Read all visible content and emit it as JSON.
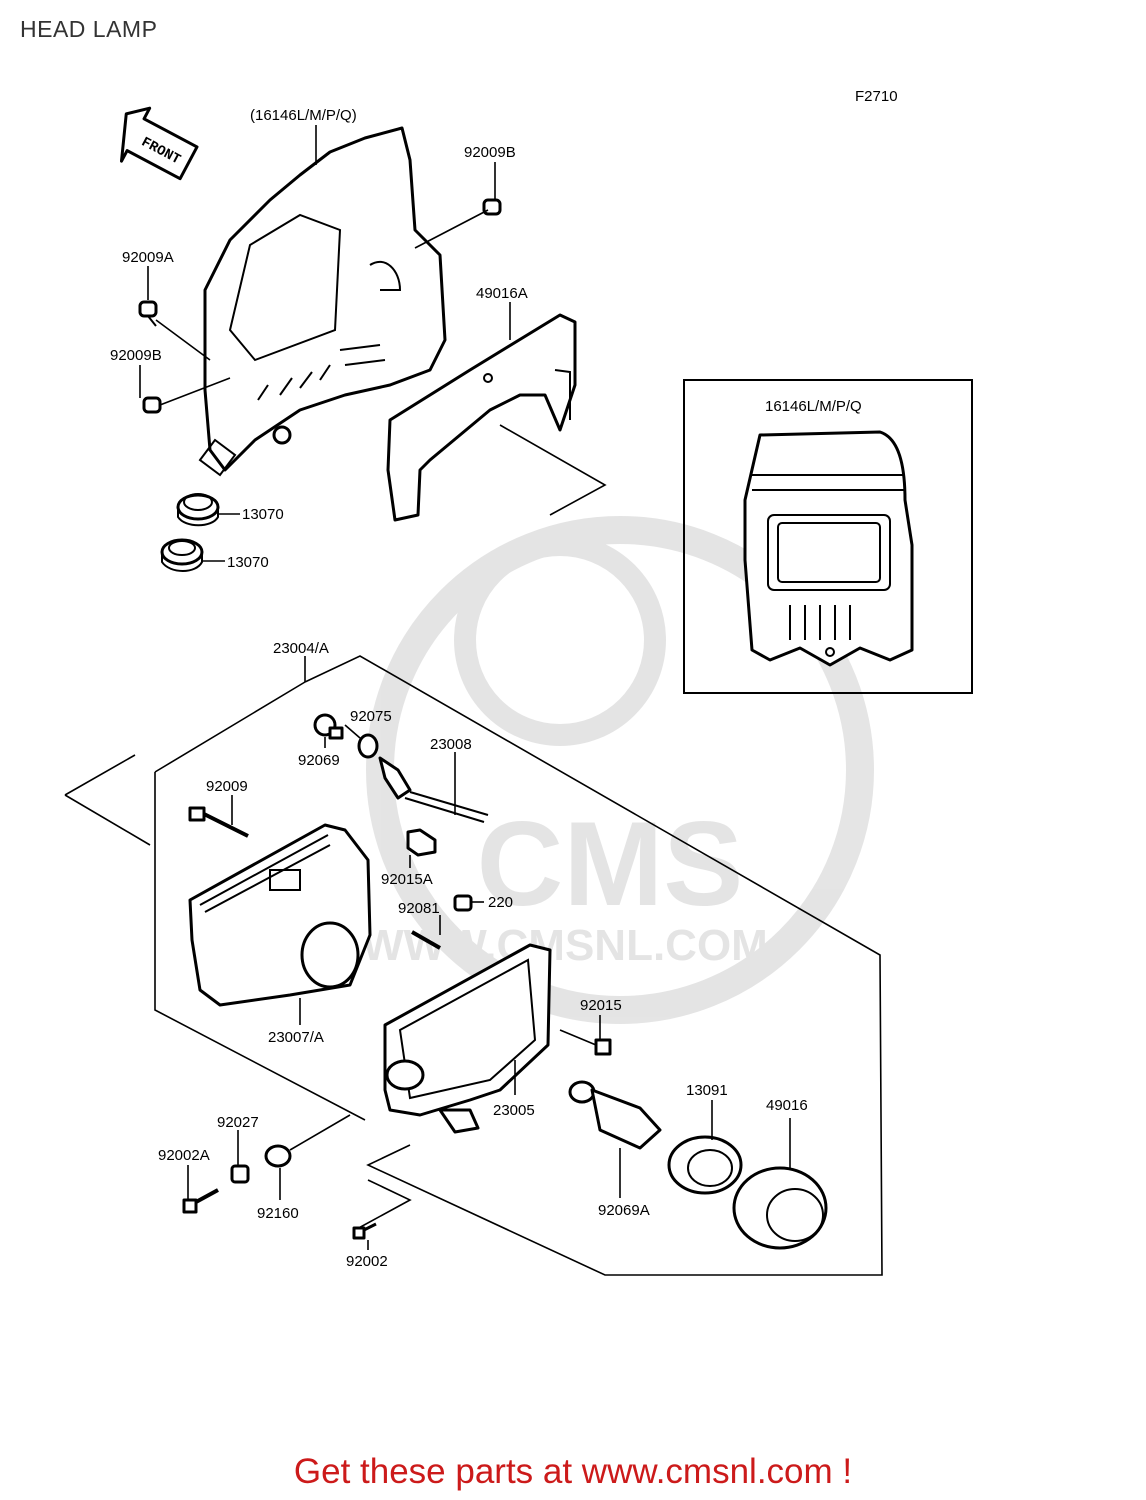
{
  "title": "HEAD LAMP",
  "figure_code": "F2710",
  "front_label": "FRONT",
  "watermark": {
    "brand": "CMS",
    "url": "WWW.CMSNL.COM"
  },
  "footer_text": "Get these parts at www.cmsnl.com !",
  "parts": {
    "p16146_top": "(16146L/M/P/Q)",
    "p16146_inset": "16146L/M/P/Q",
    "p92009B_top": "92009B",
    "p92009A": "92009A",
    "p92009B_left": "92009B",
    "p49016A": "49016A",
    "p13070_a": "13070",
    "p13070_b": "13070",
    "p23004": "23004/A",
    "p92075": "92075",
    "p92069": "92069",
    "p23008": "23008",
    "p92009": "92009",
    "p92015A": "92015A",
    "p92081": "92081",
    "p220": "220",
    "p92015": "92015",
    "p23007": "23007/A",
    "p13091": "13091",
    "p49016": "49016",
    "p23005": "23005",
    "p92027": "92027",
    "p92002A": "92002A",
    "p92160": "92160",
    "p92069A": "92069A",
    "p92002": "92002"
  }
}
